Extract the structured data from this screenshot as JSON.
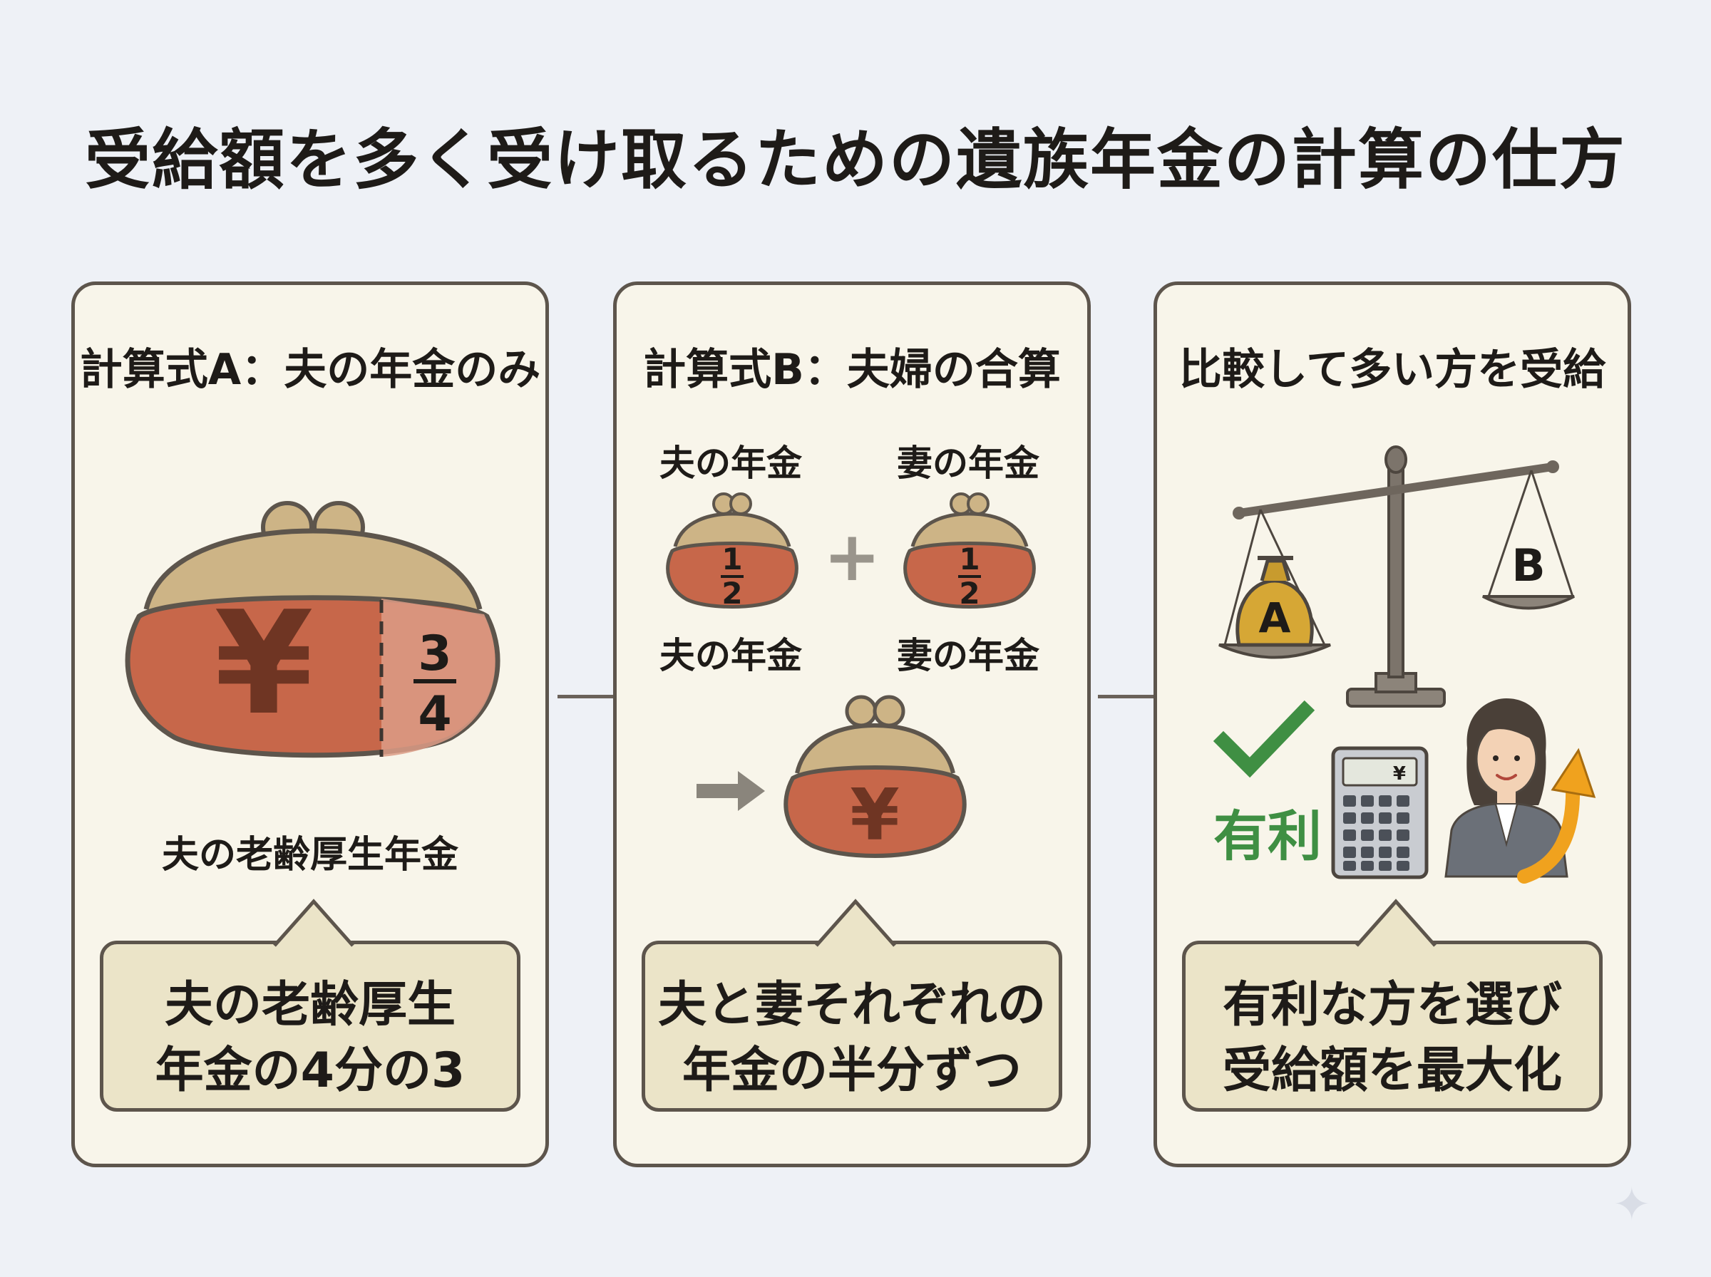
{
  "title": "受給額を多く受け取るための遺族年金の計算の仕方",
  "panels": [
    {
      "title": "計算式A：夫の年金のみ",
      "purse_symbol": "¥",
      "fraction_num": "3",
      "fraction_den": "4",
      "caption": "夫の老齢厚生年金",
      "callout_line1": "夫の老齢厚生",
      "callout_line2": "年金の4分の3"
    },
    {
      "title": "計算式B：夫婦の合算",
      "left_top_label": "夫の年金",
      "right_top_label": "妻の年金",
      "left_bottom_label": "夫の年金",
      "right_bottom_label": "妻の年金",
      "half_num": "1",
      "half_den": "2",
      "plus": "+",
      "result_symbol": "¥",
      "callout_line1": "夫と妻それぞれの",
      "callout_line2": "年金の半分ずつ"
    },
    {
      "title": "比較して多い方を受給",
      "bag_label": "A",
      "pan_label": "B",
      "advantage_label": "有利",
      "calculator_symbol": "¥",
      "callout_line1": "有利な方を選び",
      "callout_line2": "受給額を最大化"
    }
  ],
  "colors": {
    "background": "#eef1f6",
    "panel_bg": "#f8f5ea",
    "border": "#5d554c",
    "purse": "#c7674a",
    "purse_light": "#dc9c86",
    "clasp": "#cdb486",
    "callout_bg": "#ebe4c8",
    "check_green": "#3f8f43",
    "arrow_orange": "#f0a21e"
  }
}
